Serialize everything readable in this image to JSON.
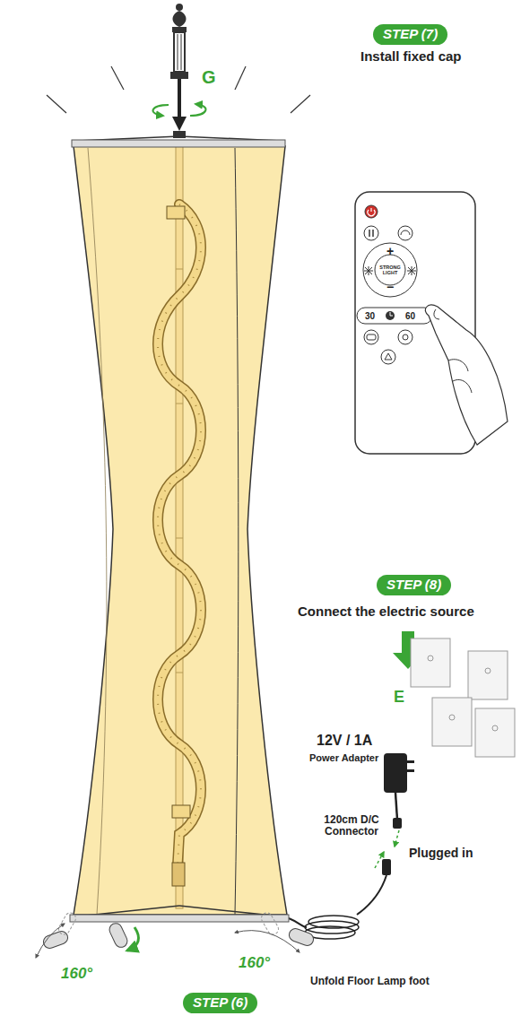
{
  "diagram": {
    "nodes": [
      {
        "text": [
          "STEP (7)"
        ]
      },
      {
        "text": [
          "STEP (8)"
        ]
      },
      {
        "text": [
          "STEP (6)"
        ]
      }
    ],
    "labels": [
      "G",
      "Install fixed cap",
      "+",
      "STRONG LIGHT",
      "−",
      "30",
      "60",
      "Connect the electric source",
      "E",
      "12V / 1A",
      "Power Adapter",
      "120cm D/C Connector",
      "Plugged in",
      "160°",
      "160°",
      "Unfold Floor Lamp foot"
    ]
  }
}
